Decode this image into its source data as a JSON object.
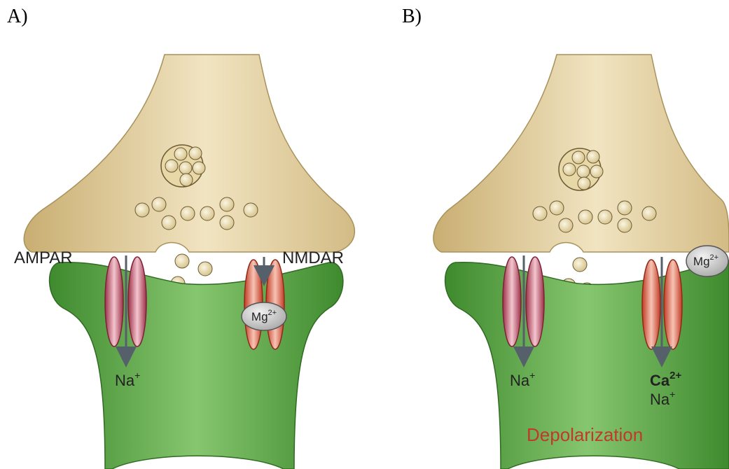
{
  "panels": [
    {
      "letter": "A)",
      "receptor_left": "AMPAR",
      "receptor_right": "NMDAR",
      "blocker_base": "Mg",
      "blocker_sup": "2+",
      "ion_left_base": "Na",
      "ion_left_sup": "+"
    },
    {
      "letter": "B)",
      "blocker_base": "Mg",
      "blocker_sup": "2+",
      "ion_left_base": "Na",
      "ion_left_sup": "+",
      "ion_right_ca_base": "Ca",
      "ion_right_ca_sup": "2+",
      "ion_right_na_base": "Na",
      "ion_right_na_sup": "+",
      "state_label": "Depolarization"
    }
  ],
  "colors": {
    "presynaptic": "#d9c38f",
    "postsynaptic": "#4f9a3c",
    "ampar": "#b8455f",
    "nmdar": "#d9503a",
    "mg": "#cfcfcf",
    "arrow": "#55606b",
    "depolarization": "#c0392b"
  }
}
